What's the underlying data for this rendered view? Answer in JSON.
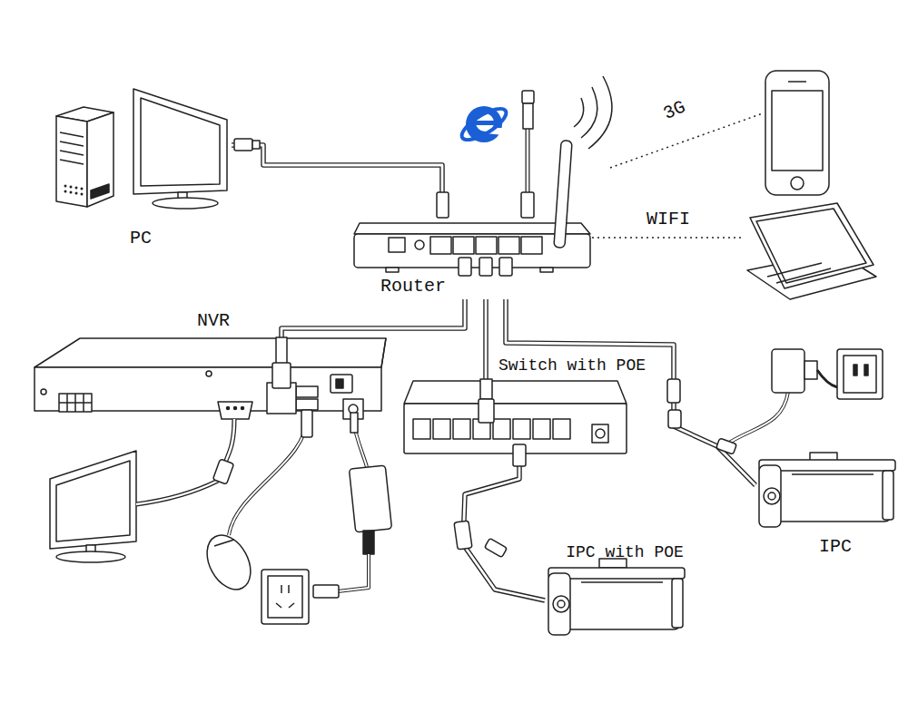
{
  "diagram": {
    "nodes": [
      {
        "text": [
          "PC"
        ]
      },
      {
        "text": [
          "Router"
        ]
      },
      {
        "text": [
          "NVR"
        ]
      },
      {
        "text": [
          "Switch with POE"
        ]
      },
      {
        "text": [
          "IPC with POE"
        ]
      },
      {
        "text": [
          "IPC"
        ]
      }
    ],
    "edges": [
      {
        "from": 0,
        "to": 1,
        "arrow": "none"
      },
      {
        "from": 1,
        "to": 2,
        "arrow": "none"
      },
      {
        "from": 1,
        "to": 3,
        "arrow": "none"
      },
      {
        "from": 1,
        "to": 5,
        "arrow": "none"
      },
      {
        "from": 3,
        "to": 4,
        "arrow": "none"
      }
    ],
    "labels": [
      "3G",
      "WIFI"
    ]
  }
}
